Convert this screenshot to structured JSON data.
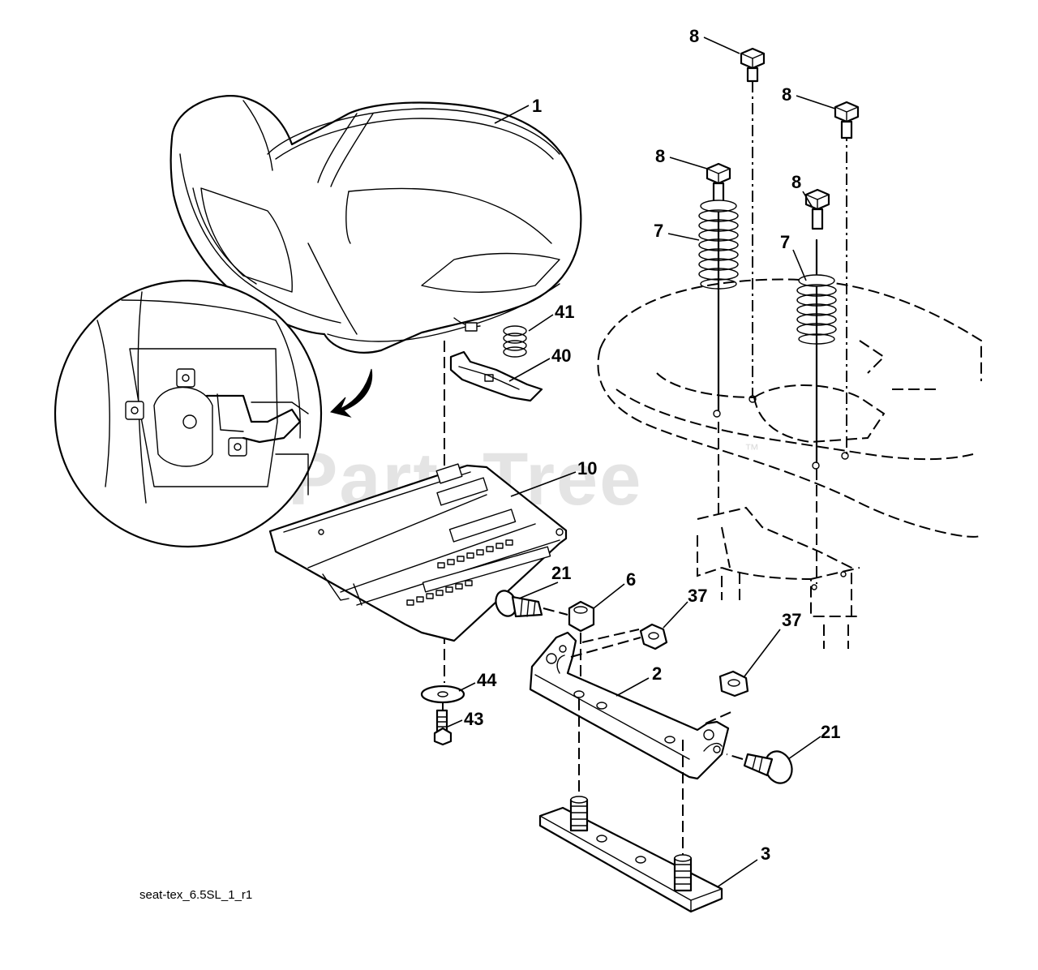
{
  "watermark": {
    "text": "PartsTree",
    "trademark": "™"
  },
  "diagram_code": "seat-tex_6.5SL_1_r1",
  "callouts": {
    "seat": "1",
    "bracket_2": "2",
    "plate_3": "3",
    "nut_6": "6",
    "spring_7_left": "7",
    "spring_7_right": "7",
    "bolt_8_a": "8",
    "bolt_8_b": "8",
    "bolt_8_c": "8",
    "bolt_8_d": "8",
    "pan_10": "10",
    "bolt_21_left": "21",
    "bolt_21_right": "21",
    "nut_37_upper": "37",
    "nut_37_lower": "37",
    "switch_40": "40",
    "spring_41": "41",
    "bolt_43": "43",
    "washer_44": "44"
  }
}
